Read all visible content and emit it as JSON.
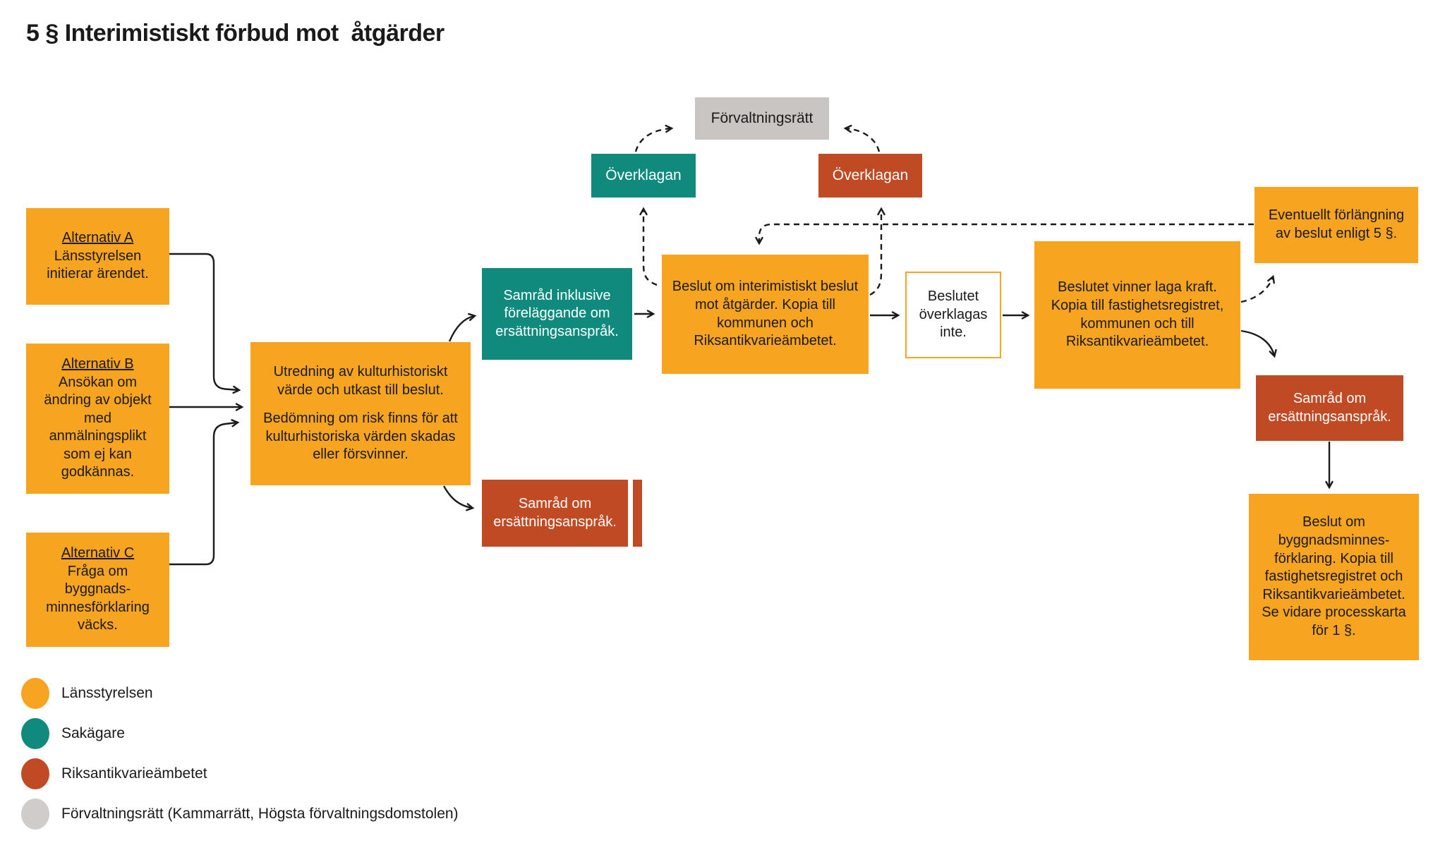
{
  "title": "5 § Interimistiskt förbud mot  åtgärder",
  "colors": {
    "orange": "#F7A521",
    "teal": "#108A7C",
    "red": "#BF4A23",
    "gray": "#C9C5C3",
    "legend_gray": "#CFCCCA",
    "line": "#1a1a1a"
  },
  "nodes": {
    "forvaltningsratt": {
      "label": "Förvaltningsrätt"
    },
    "overklagan_left": {
      "label": "Överklagan"
    },
    "overklagan_right": {
      "label": "Överklagan"
    },
    "alt_a": {
      "heading": "Alternativ A",
      "body": "Länsstyrelsen initierar ärendet."
    },
    "alt_b": {
      "heading": "Alternativ B",
      "body": "Ansökan om ändring av objekt med anmälningsplikt som ej kan godkännas."
    },
    "alt_c": {
      "heading": "Alternativ C",
      "body": "Fråga om byggnads-minnesförklaring väcks."
    },
    "utredning": {
      "p1": "Utredning av kulturhistoriskt värde och utkast till beslut.",
      "p2": "Bedömning om risk finns för att kulturhistoriska värden skadas eller försvinner."
    },
    "samrad_inklusive": {
      "body": "Samråd inklusive föreläggande om ersättningsanspråk."
    },
    "samrad_mitt": {
      "body": "Samråd om ersättningsanspråk."
    },
    "beslut_interim": {
      "body": "Beslut om interimistiskt beslut mot åtgärder. Kopia till kommunen och Riksantikvarieämbetet."
    },
    "overklagas_inte": {
      "body": "Beslutet överklagas inte."
    },
    "laga_kraft": {
      "body": "Beslutet vinner laga kraft. Kopia till fastighetsregistret, kommunen och till Riksantikvarieämbetet."
    },
    "eventuellt": {
      "body": "Eventuellt förlängning av beslut enligt 5 §."
    },
    "samrad_hoger": {
      "body": "Samråd om ersättningsanspråk."
    },
    "beslut_byggnads": {
      "body": "Beslut om byggnadsminnes-förklaring. Kopia till fastighetsregistret och Riksantikvarieämbetet. Se vidare processkarta för 1 §."
    }
  },
  "legend": {
    "items": [
      {
        "label": "Länsstyrelsen",
        "color": "orange"
      },
      {
        "label": "Sakägare",
        "color": "teal"
      },
      {
        "label": "Riksantikvarieämbetet",
        "color": "red"
      },
      {
        "label": "Förvaltningsrätt (Kammarrätt, Högsta förvaltningsdomstolen)",
        "color": "legend_gray"
      }
    ]
  }
}
